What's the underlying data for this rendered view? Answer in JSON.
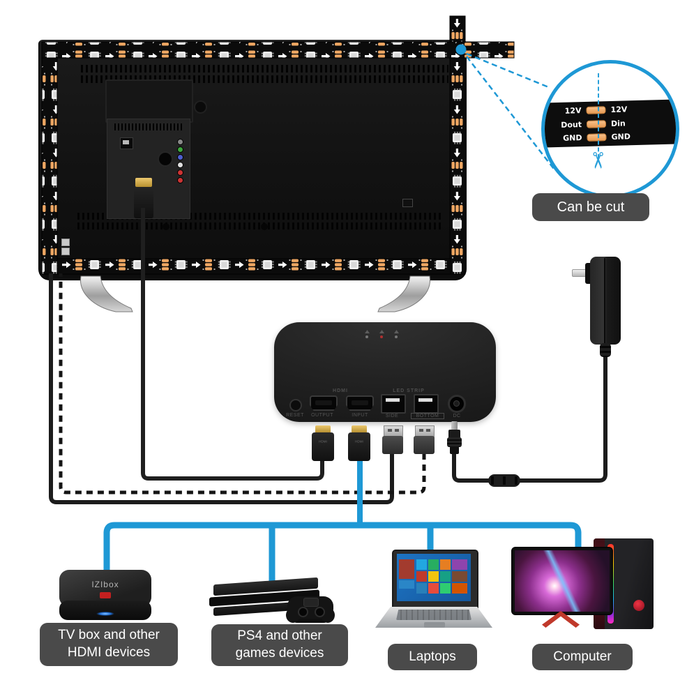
{
  "colors": {
    "accent_blue": "#1E98D5",
    "label_bg": "#4A4A4A",
    "pad_orange": "#EFA763",
    "hdmi_gold": "#D9B353"
  },
  "magnifier": {
    "pad_rows": [
      {
        "left": "12V",
        "right": "12V"
      },
      {
        "left": "Dout",
        "right": "Din"
      },
      {
        "left": "GND",
        "right": "GND"
      }
    ],
    "caption": "Can be cut"
  },
  "control_box": {
    "group_hdmi": "HDMI",
    "group_led": "LED STRIP",
    "reset": "RESET",
    "output": "OUTPUT",
    "input": "INPUT",
    "side": "SIDE",
    "bottom": "BOTTOM",
    "dc": "DC"
  },
  "plugs": {
    "hdmi_text": "HDMI"
  },
  "devices": {
    "tvbox": {
      "badge": "IZIbox",
      "label": "TV box and other\nHDMI devices"
    },
    "ps4": {
      "label": "PS4 and other\ngames devices"
    },
    "laptop": {
      "label": "Laptops"
    },
    "computer": {
      "label": "Computer"
    }
  }
}
